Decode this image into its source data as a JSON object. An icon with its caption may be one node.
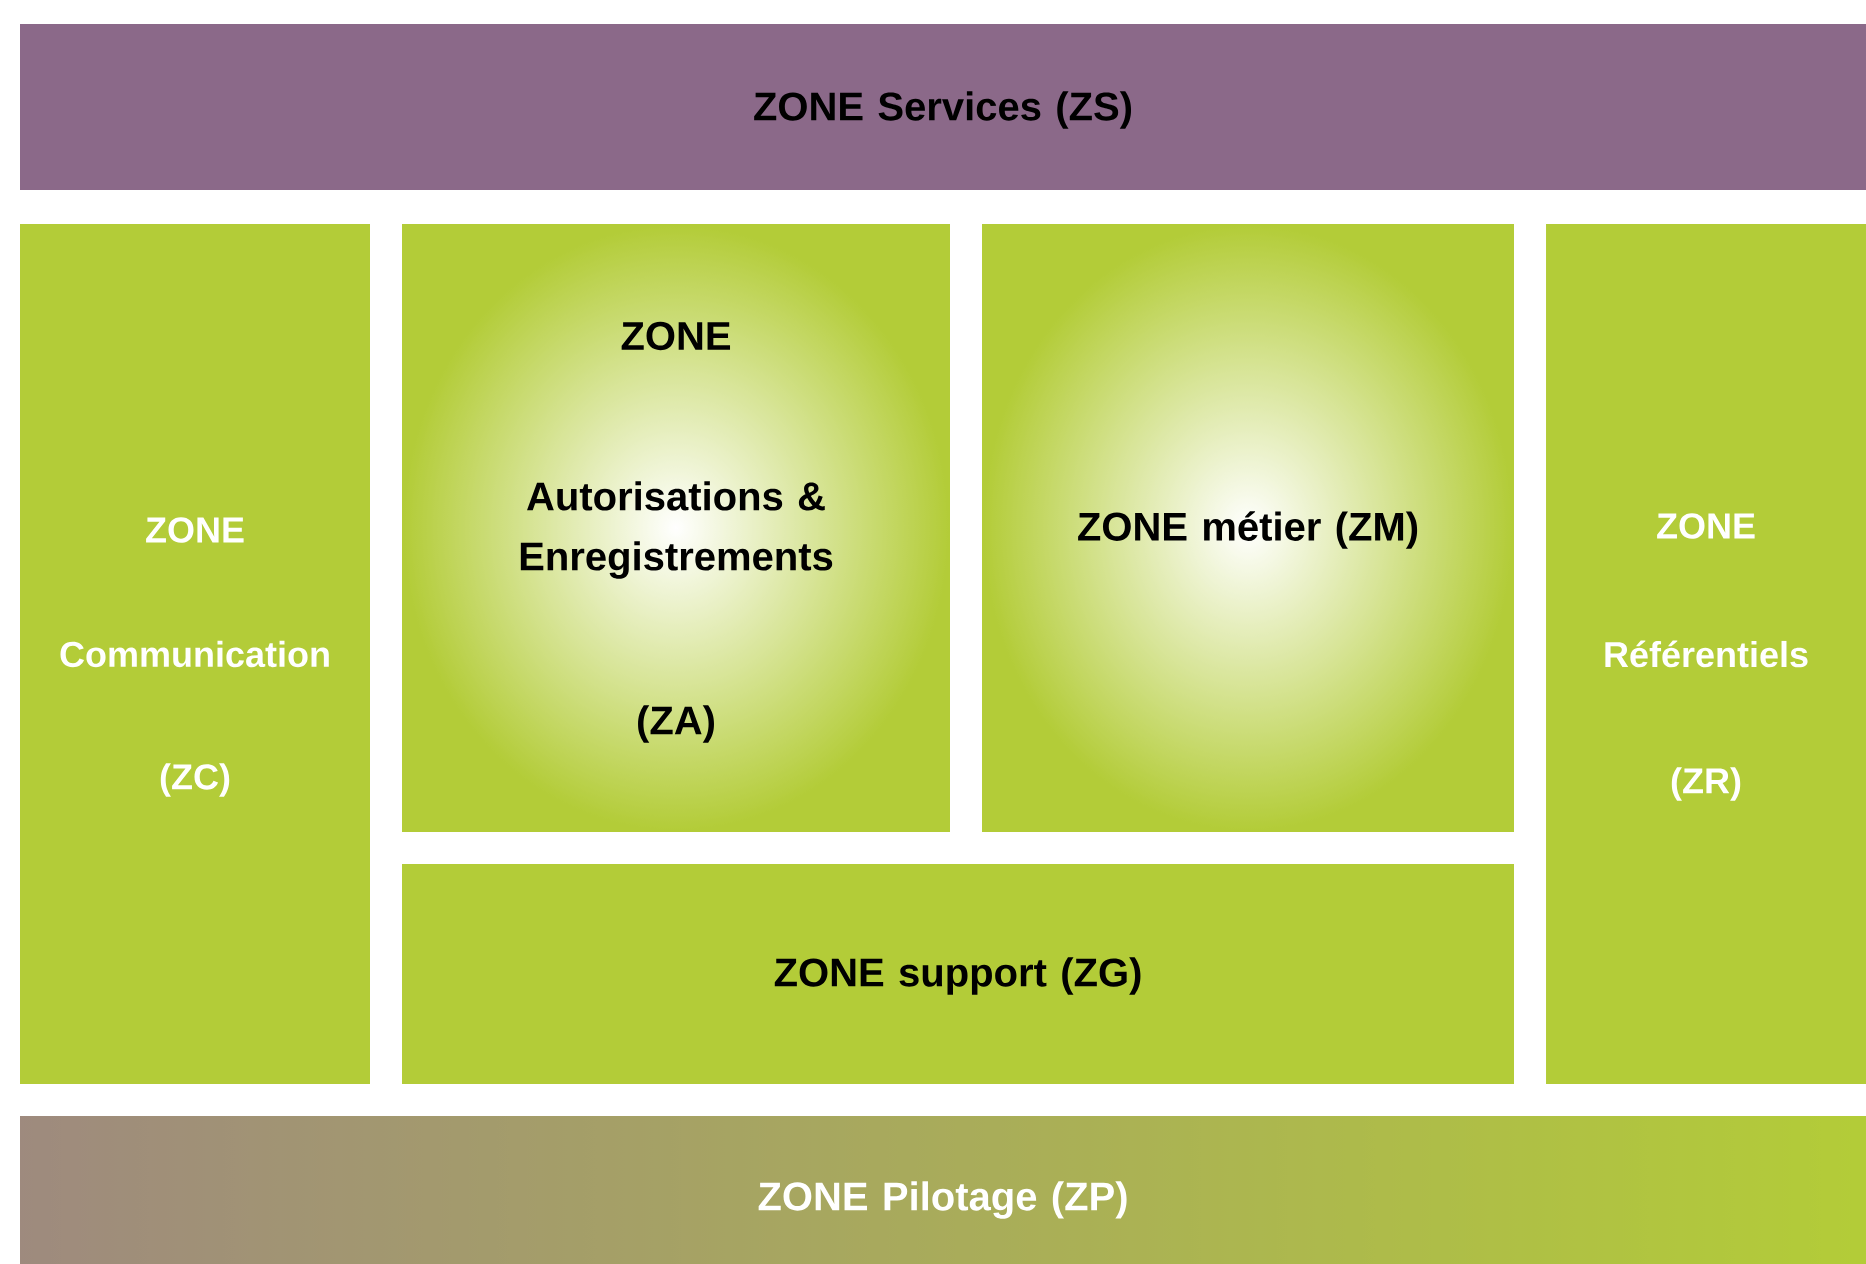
{
  "diagram": {
    "nodes": [
      {
        "text": [
          "ZONE Services (ZS)"
        ]
      },
      {
        "text": [
          "ZONE",
          "Communication",
          "(ZC)"
        ]
      },
      {
        "text": [
          "ZONE",
          "Autorisations & Enregistrements",
          "(ZA)"
        ]
      },
      {
        "text": [
          "ZONE métier (ZM)"
        ]
      },
      {
        "text": [
          "ZONE",
          "Référentiels",
          "(ZR)"
        ]
      },
      {
        "text": [
          "ZONE support (ZG)"
        ]
      },
      {
        "text": [
          "ZONE Pilotage (ZP)"
        ]
      }
    ]
  }
}
